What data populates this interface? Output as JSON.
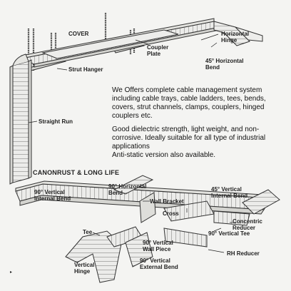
{
  "description": {
    "paragraph1": "We Offers complete cable management system including cable trays, cable ladders, tees, bends, covers, strut channels, clamps, couplers, hinged couplers etc.",
    "paragraph2": "Good dielectric strength, light weight, and non-corrosive. Ideally suitable for all type of industrial applications\nAnti-static version also available."
  },
  "heading": "CANONRUST & LONG LIFE",
  "labels": {
    "cover": "COVER",
    "horizontal_hinge": "Horizontal\nHinge",
    "coupler_plate": "Coupler\nPlate",
    "horizontal_bend_45": "45° Horizontal\nBend",
    "strut_hanger": "Strut Hanger",
    "straight_run": "Straight Run",
    "vertical_internal_bend_90": "90° Vertical\nInternal Bend",
    "horizontal_bend_90": "90° Horizontal\nBend",
    "vertical_internal_bend_45": "45° Vertical\nInternal Bend",
    "wall_bracket": "Wall Bracket",
    "cross": "Cross",
    "concentric_reducer": "Concentric\nReducer",
    "vertical_tee_90": "90° Vertical Tee",
    "tee": "Tee",
    "vertical_wall_piece_90": "90° Vertical\nWall Piece",
    "vertical_external_bend_90": "90° Vertical\nExternal Bend",
    "rh_reducer": "RH Reducer",
    "vertical_hinge": "Vertical\nHinge"
  },
  "marker_glyph": "▸",
  "colors": {
    "background": "#f4f4f2",
    "line": "#2a2a2a",
    "tray_fill": "#e6e6e2"
  }
}
